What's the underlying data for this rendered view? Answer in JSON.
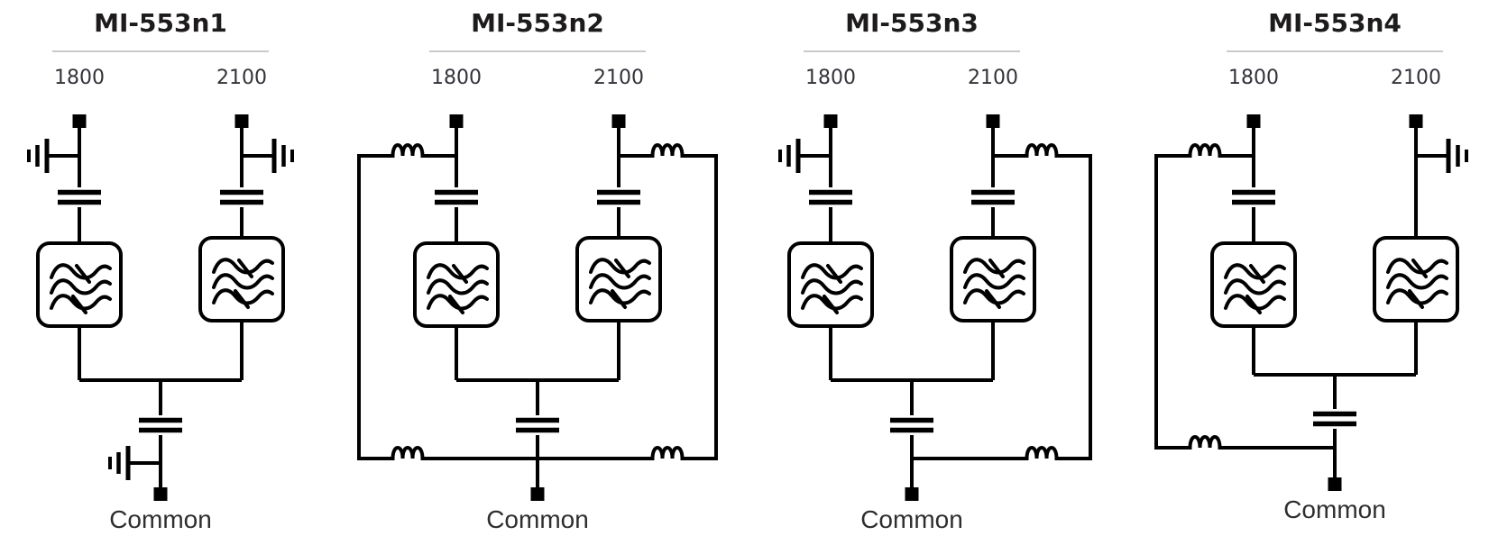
{
  "figure": {
    "background": "#ffffff",
    "line_color": "#000000",
    "title_color": "#1d1b1c",
    "label_color": "#33333a",
    "divider_color": "#b9b9b9",
    "symbol_legend": {
      "rounded-square-with-three-waves": "bandpass-filter-icon",
      "two-parallel-bars": "capacitor-symbol",
      "coil-bumps": "inductor-symbol",
      "three-shrinking-bars": "ground-symbol",
      "filled-square": "port-terminal"
    },
    "diagrams": [
      {
        "title": "MI-553n1",
        "ports": [
          "1800",
          "2100"
        ],
        "common_label": "Common",
        "topology": {
          "branch_1800": "shunt ground, series capacitor, bandpass filter",
          "branch_2100": "shunt ground, series capacitor, bandpass filter",
          "common_branch": "series capacitor, shunt ground, Common terminal",
          "bypass_loops": "none"
        }
      },
      {
        "title": "MI-553n2",
        "ports": [
          "1800",
          "2100"
        ],
        "common_label": "Common",
        "topology": {
          "branch_1800": "series capacitor, bandpass filter",
          "branch_2100": "series capacitor, bandpass filter",
          "common_branch": "series capacitor, Common terminal",
          "bypass_loops": "left: inductor-inductor loop from 1800 node to common node; right: inductor-inductor loop from 2100 node to common node"
        }
      },
      {
        "title": "MI-553n3",
        "ports": [
          "1800",
          "2100"
        ],
        "common_label": "Common",
        "topology": {
          "branch_1800": "shunt ground, series capacitor, bandpass filter",
          "branch_2100": "series capacitor, bandpass filter",
          "common_branch": "series capacitor, Common terminal",
          "bypass_loops": "right: inductor-inductor loop from 2100 node to common node"
        }
      },
      {
        "title": "MI-553n4",
        "ports": [
          "1800",
          "2100"
        ],
        "common_label": "Common",
        "topology": {
          "branch_1800": "series capacitor, bandpass filter",
          "branch_2100": "shunt ground, bandpass filter (no series capacitor)",
          "common_branch": "series capacitor, Common terminal",
          "bypass_loops": "left: inductor-inductor loop from 1800 node to common node"
        }
      }
    ]
  }
}
